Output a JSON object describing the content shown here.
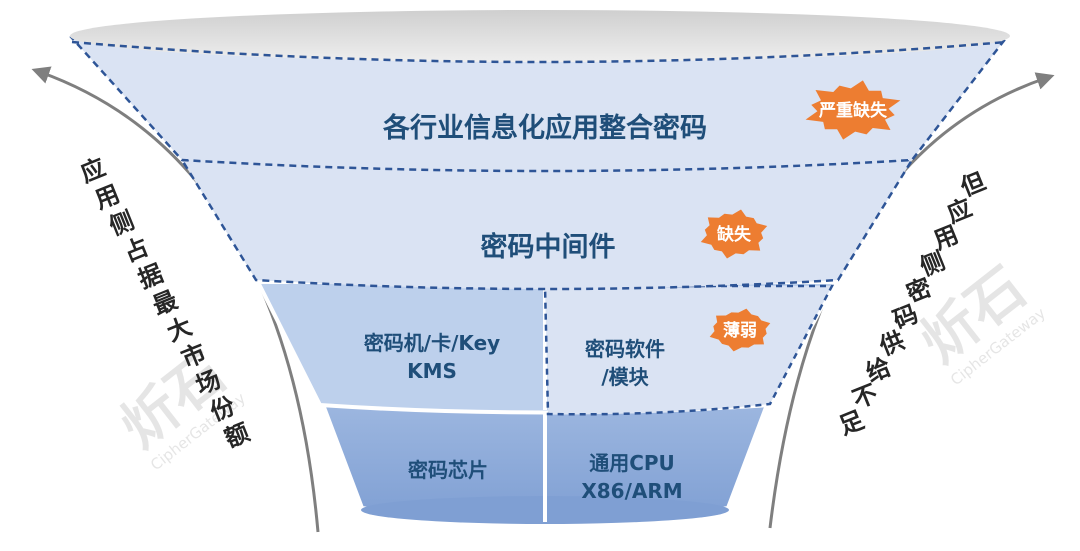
{
  "funnel": {
    "top_layer": {
      "label": "各行业信息化应用整合密码"
    },
    "middle_layer": {
      "label": "密码中间件"
    },
    "device_layer": {
      "left_cell": {
        "line1": "密码机/卡/Key",
        "line2": "KMS"
      },
      "right_cell": {
        "line1": "密码软件",
        "line2": "/模块"
      }
    },
    "base_layer": {
      "left_cell": {
        "label": "密码芯片"
      },
      "right_cell": {
        "line1": "通用CPU",
        "line2": "X86/ARM"
      }
    }
  },
  "bursts": {
    "severe": {
      "label": "严重缺失"
    },
    "missing": {
      "label": "缺失"
    },
    "weak": {
      "label": "薄弱"
    }
  },
  "left_arrow": {
    "label": "应用侧占据最大市场份额"
  },
  "right_arrow": {
    "label": "但应用侧密码供给不足"
  },
  "watermark": {
    "logo": "炘石",
    "brand": "CipherGateway"
  },
  "colors": {
    "text_blue": "#1F4E79",
    "layer_light": "#DAE3F3",
    "layer_mid": "#BDD0EC",
    "layer_dark": "#8EAADB",
    "top_ellipse": "#D9D9D9",
    "burst_fill": "#ED7D31",
    "burst_text": "#FFFFFF",
    "arrow": "#7F7F7F",
    "dash": "#2E5597"
  }
}
